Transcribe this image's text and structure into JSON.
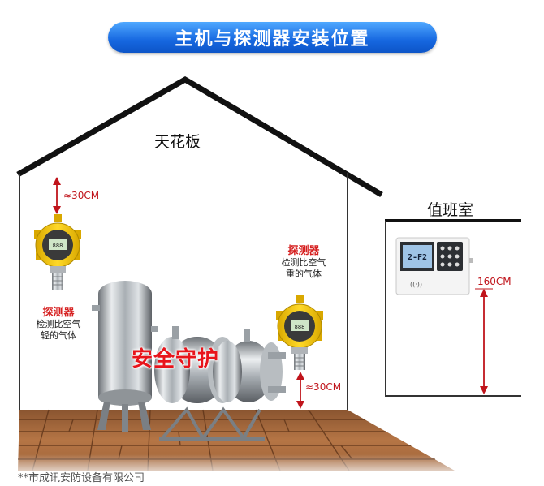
{
  "title": "主机与探测器安装位置",
  "ceiling_label": "天花板",
  "duty_room_label": "值班室",
  "left_detector": {
    "name": "探测器",
    "desc_line1": "检测比空气",
    "desc_line2": "轻的气体",
    "ceiling_gap": "≈30CM"
  },
  "right_detector": {
    "name": "探测器",
    "desc_line1": "检测比空气",
    "desc_line2": "重的气体",
    "floor_gap": "≈30CM"
  },
  "controller_height": "160CM",
  "controller_display": "2-F2",
  "slogan": "安全守护",
  "company_watermark": "**市成讯安防设备有限公司",
  "colors": {
    "banner": "#1667e0",
    "dimension_line": "#c0141b",
    "detector_body": "#f5c400",
    "floor_wood": "#a0643a"
  }
}
